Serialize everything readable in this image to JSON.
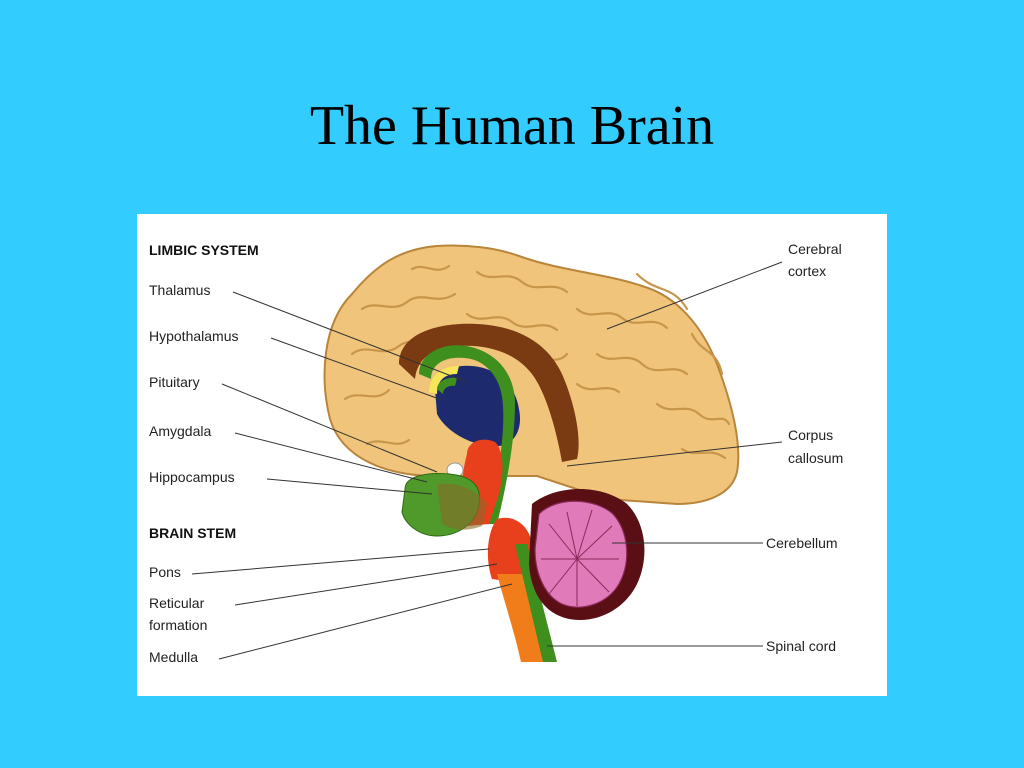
{
  "slide": {
    "title": "The Human Brain"
  },
  "diagram": {
    "limbic_heading": "LIMBIC SYSTEM",
    "brainstem_heading": "BRAIN STEM",
    "left_labels": {
      "thalamus": "Thalamus",
      "hypothalamus": "Hypothalamus",
      "pituitary": "Pituitary",
      "amygdala": "Amygdala",
      "hippocampus": "Hippocampus",
      "pons": "Pons",
      "reticular_line1": "Reticular",
      "reticular_line2": "formation",
      "medulla": "Medulla"
    },
    "right_labels": {
      "cerebral_line1": "Cerebral",
      "cerebral_line2": "cortex",
      "corpus_line1": "Corpus",
      "corpus_line2": "callosum",
      "cerebellum": "Cerebellum",
      "spinal_cord": "Spinal cord"
    },
    "colors": {
      "background": "#33ccff",
      "cortex": "#f0c47a",
      "corpus_callosum": "#7a3a12",
      "limbic_green": "#3f8f1e",
      "thalamus_navy": "#1e2a6e",
      "brainstem_red": "#e8401c",
      "cerebellum_pink": "#e07ab8",
      "cerebellum_dark": "#5a0f14",
      "medulla_orange": "#f07c1a"
    }
  }
}
